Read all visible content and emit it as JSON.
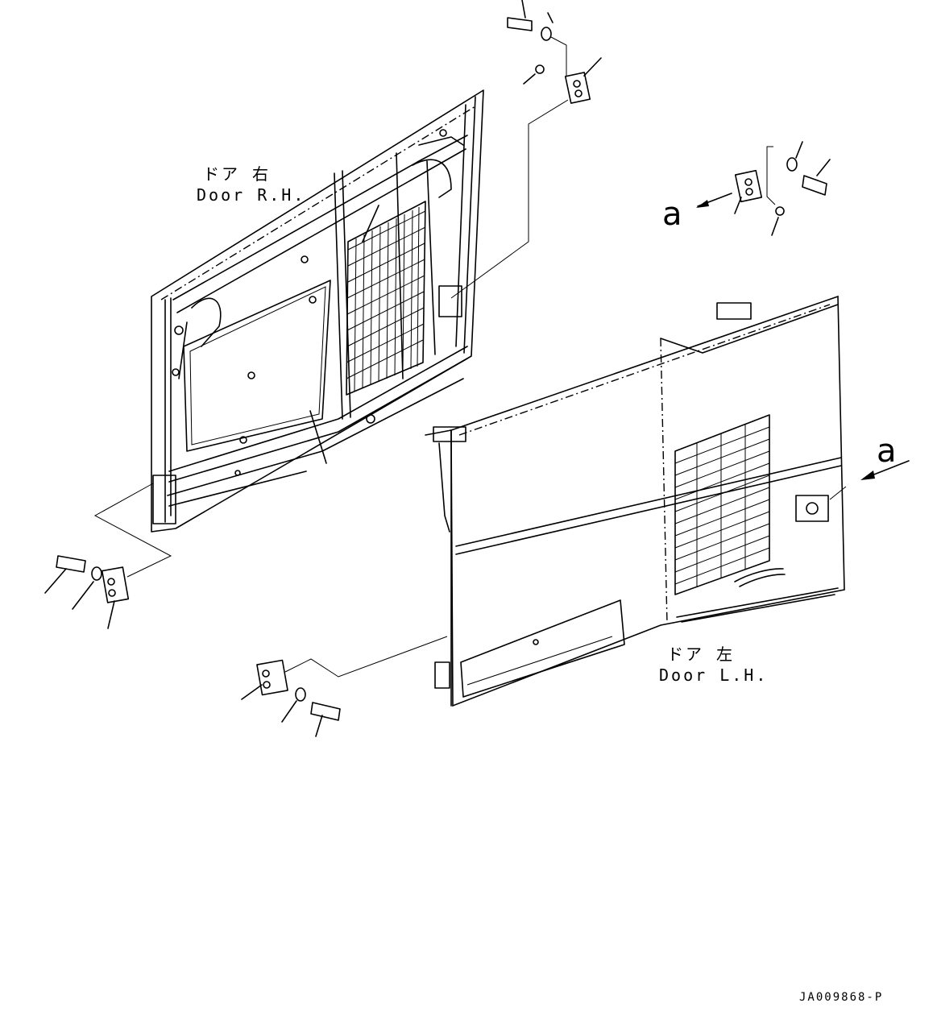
{
  "labels": {
    "door_rh_jp": "ドア 右",
    "door_rh_en": "Door R.H.",
    "door_lh_jp": "ドア 左",
    "door_lh_en": "Door L.H.",
    "view_mark": "a",
    "drawing_code": "JA009868-P"
  }
}
